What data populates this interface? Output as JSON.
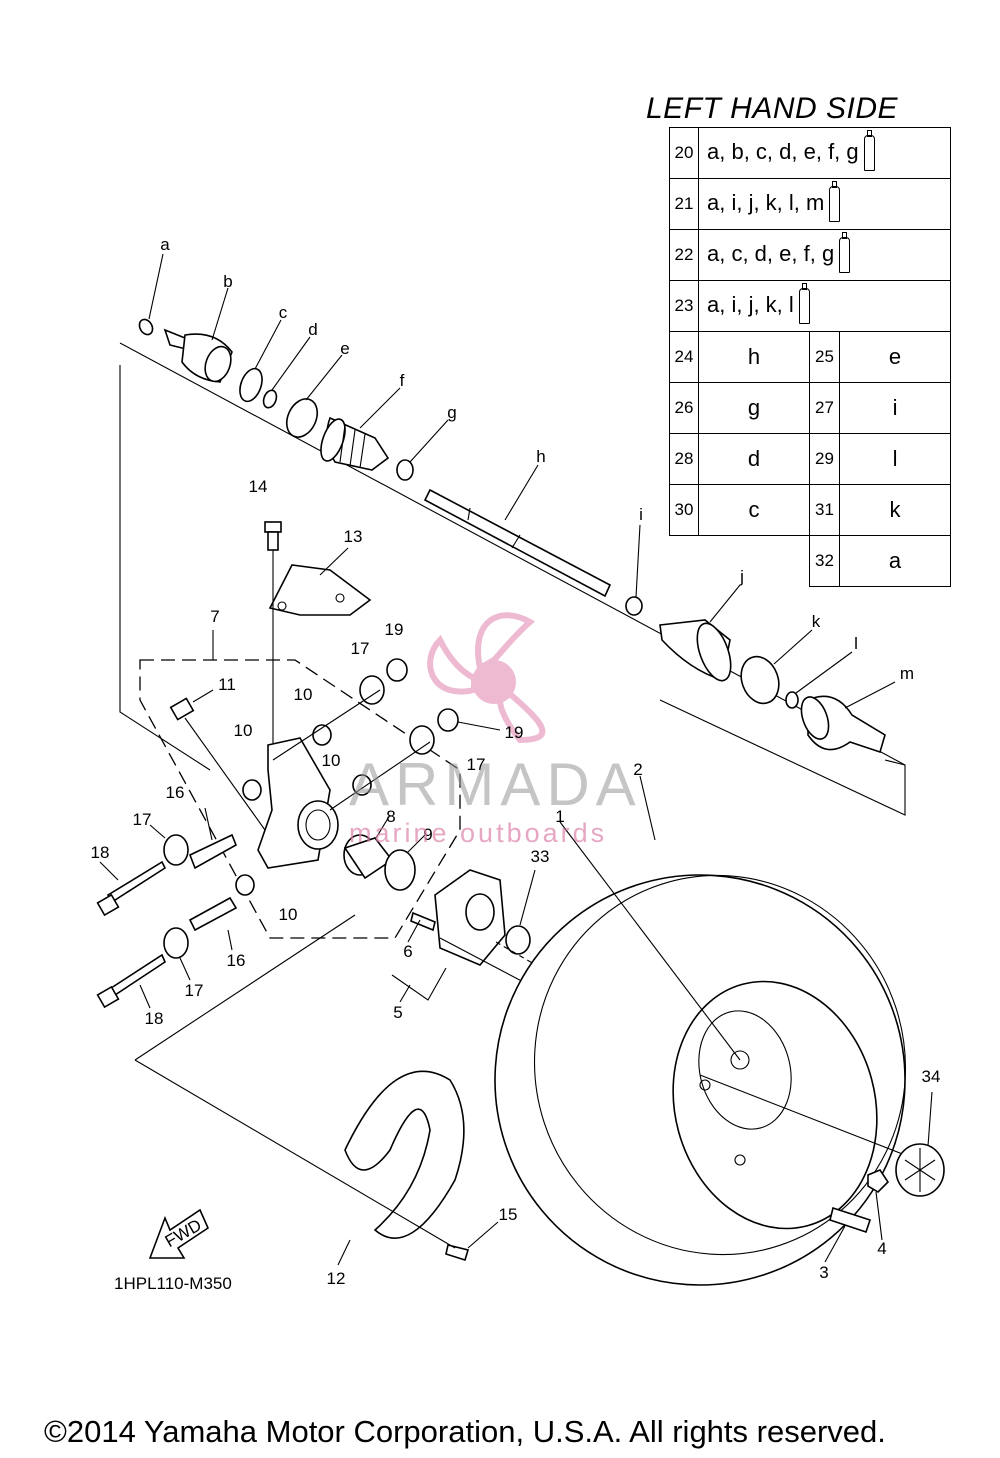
{
  "legend": {
    "title": "LEFT HAND SIDE",
    "wide_rows": [
      {
        "num": "20",
        "text": "a, b, c, d, e, f, g",
        "icon": "grease-tube-icon"
      },
      {
        "num": "21",
        "text": "a, i, j, k, l, m",
        "icon": "grease-tube-icon"
      },
      {
        "num": "22",
        "text": "a, c, d, e, f, g",
        "icon": "grease-tube-icon"
      },
      {
        "num": "23",
        "text": "a, i, j, k, l",
        "icon": "grease-tube-icon"
      }
    ],
    "pair_rows": [
      {
        "n1": "24",
        "v1": "h",
        "n2": "25",
        "v2": "e"
      },
      {
        "n1": "26",
        "v1": "g",
        "n2": "27",
        "v2": "i"
      },
      {
        "n1": "28",
        "v1": "d",
        "n2": "29",
        "v2": "l"
      },
      {
        "n1": "30",
        "v1": "c",
        "n2": "31",
        "v2": "k"
      }
    ],
    "last_row": {
      "n2": "32",
      "v2": "a"
    }
  },
  "callouts": {
    "a": "a",
    "b": "b",
    "c": "c",
    "d": "d",
    "e": "e",
    "f": "f",
    "g": "g",
    "h": "h",
    "i": "i",
    "j": "j",
    "k": "k",
    "l": "l",
    "m": "m",
    "p1": "1",
    "p2": "2",
    "p3": "3",
    "p4": "4",
    "p5": "5",
    "p6": "6",
    "p7": "7",
    "p8": "8",
    "p9": "9",
    "p10": "10",
    "p11": "11",
    "p12": "12",
    "p13": "13",
    "p14": "14",
    "p15": "15",
    "p16": "16",
    "p17": "17",
    "p18": "18",
    "p19": "19",
    "p33": "33",
    "p34": "34"
  },
  "fwd_label": "FWD",
  "diagram_code": "1HPL110-M350",
  "copyright": "©2014 Yamaha Motor Corporation, U.S.A. All rights reserved.",
  "watermark": {
    "name": "ARMADA",
    "subtitle": "marine outboards"
  },
  "colors": {
    "watermark_pink": "#e8a3c4",
    "watermark_grey": "#999999"
  }
}
